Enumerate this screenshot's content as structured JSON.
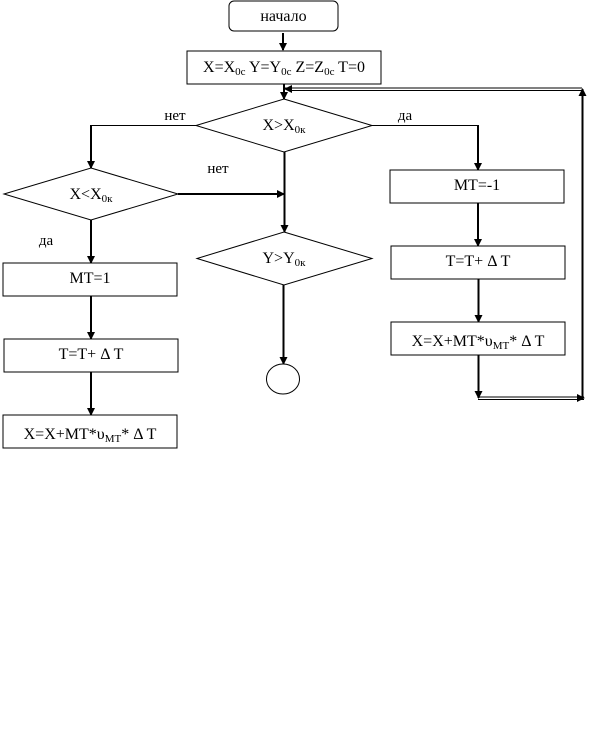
{
  "diagram": {
    "type": "flowchart",
    "start": {
      "label": "начало"
    },
    "init": {
      "parts": [
        {
          "main": "X=X",
          "sub": "0c"
        },
        {
          "main": " Y=Y",
          "sub": "0c"
        },
        {
          "main": " Z=Z",
          "sub": "0c"
        },
        {
          "main": " T=0",
          "sub": ""
        }
      ]
    },
    "decision_x_gt": {
      "main": "X>X",
      "sub": "0к"
    },
    "decision_x_lt": {
      "main": "X<X",
      "sub": "0к"
    },
    "decision_y_gt": {
      "main": "Y>Y",
      "sub": "0к"
    },
    "left_branch": {
      "mt": "MT=1",
      "time": "T=T+ Δ T",
      "pos": {
        "pre": "X=X+MT*υ",
        "sub": "MT",
        "post": "* Δ T"
      }
    },
    "right_branch": {
      "mt": "MT=-1",
      "time": "T=T+ Δ T",
      "pos": {
        "pre": "X=X+MT*υ",
        "sub": "MT",
        "post": "* Δ T"
      }
    },
    "labels": {
      "x_gt_no": "нет",
      "x_gt_yes": "да",
      "x_lt_no": "нет",
      "x_lt_yes": "да"
    },
    "end": {
      "label": ""
    }
  }
}
